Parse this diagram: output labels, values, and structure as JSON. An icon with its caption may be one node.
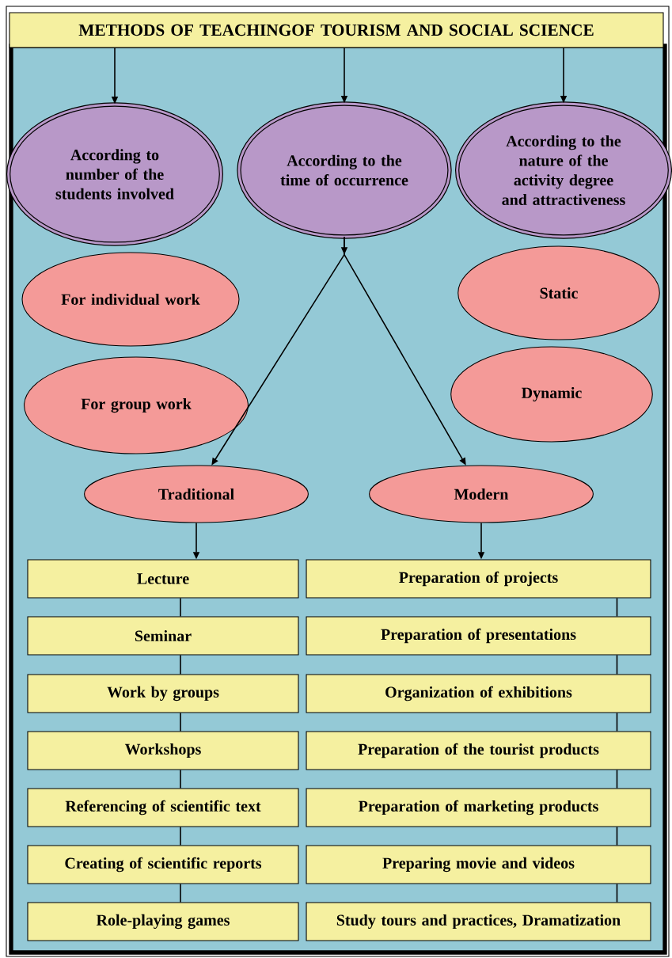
{
  "diagram": {
    "nodes": [
      {
        "text": [
          "METHODS OF TEACHINGOF TOURISM AND SOCIAL SCIENCE"
        ]
      },
      {
        "text": [
          "According to number of the students involved"
        ]
      },
      {
        "text": [
          "According to the time of occurrence"
        ]
      },
      {
        "text": [
          "According to the nature of the activity degree and attractiveness"
        ]
      },
      {
        "text": [
          "For individual work"
        ]
      },
      {
        "text": [
          "Static"
        ]
      },
      {
        "text": [
          "For group work"
        ]
      },
      {
        "text": [
          "Dynamic"
        ]
      },
      {
        "text": [
          "Traditional"
        ]
      },
      {
        "text": [
          "Modern"
        ]
      },
      {
        "text": [
          "Lecture"
        ]
      },
      {
        "text": [
          "Seminar"
        ]
      },
      {
        "text": [
          "Work by groups"
        ]
      },
      {
        "text": [
          "Workshops"
        ]
      },
      {
        "text": [
          "Referencing of scientific text"
        ]
      },
      {
        "text": [
          "Creating of scientific reports"
        ]
      },
      {
        "text": [
          "Role-playing games"
        ]
      },
      {
        "text": [
          "Preparation of projects"
        ]
      },
      {
        "text": [
          "Preparation of presentations"
        ]
      },
      {
        "text": [
          "Organization of exhibitions"
        ]
      },
      {
        "text": [
          "Preparation of the tourist products"
        ]
      },
      {
        "text": [
          "Preparation of marketing products"
        ]
      },
      {
        "text": [
          "Preparing movie and videos"
        ]
      },
      {
        "text": [
          "Study tours and practices, Dramatization"
        ]
      }
    ],
    "edges": [
      {
        "from": 0,
        "to": 1,
        "arrow": "to"
      },
      {
        "from": 0,
        "to": 2,
        "arrow": "to"
      },
      {
        "from": 0,
        "to": 3,
        "arrow": "to"
      },
      {
        "from": 2,
        "to": 8,
        "arrow": "to"
      },
      {
        "from": 2,
        "to": 9,
        "arrow": "to"
      },
      {
        "from": 8,
        "to": 10,
        "arrow": "to"
      },
      {
        "from": 9,
        "to": 17,
        "arrow": "to"
      },
      {
        "from": 10,
        "to": 11,
        "arrow": "none"
      },
      {
        "from": 11,
        "to": 12,
        "arrow": "none"
      },
      {
        "from": 12,
        "to": 13,
        "arrow": "none"
      },
      {
        "from": 13,
        "to": 14,
        "arrow": "none"
      },
      {
        "from": 14,
        "to": 15,
        "arrow": "none"
      },
      {
        "from": 15,
        "to": 16,
        "arrow": "none"
      },
      {
        "from": 17,
        "to": 18,
        "arrow": "none"
      },
      {
        "from": 18,
        "to": 19,
        "arrow": "none"
      },
      {
        "from": 19,
        "to": 20,
        "arrow": "none"
      },
      {
        "from": 20,
        "to": 21,
        "arrow": "none"
      },
      {
        "from": 21,
        "to": 22,
        "arrow": "none"
      },
      {
        "from": 22,
        "to": 23,
        "arrow": "none"
      }
    ]
  }
}
